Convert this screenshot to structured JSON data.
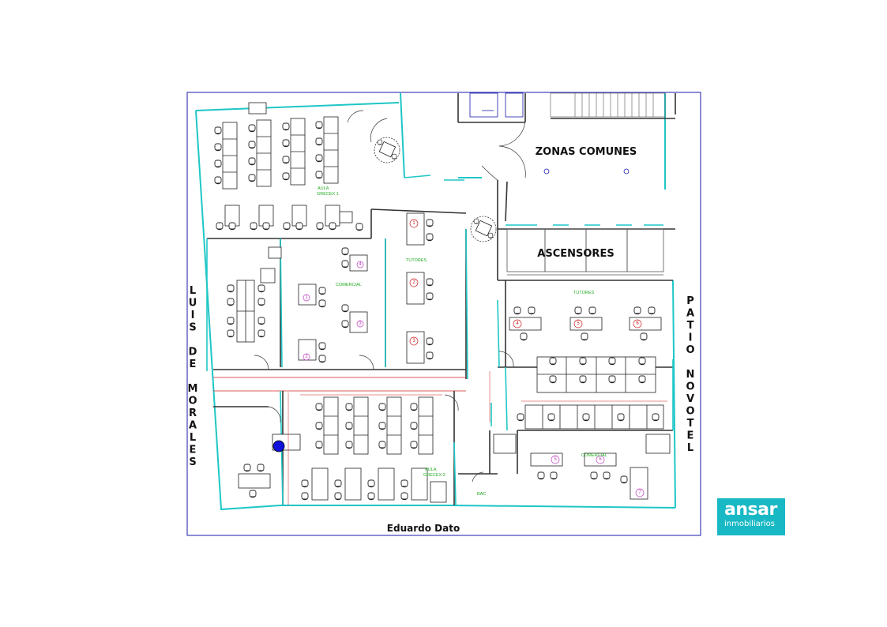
{
  "plan": {
    "zone_labels": {
      "zonas_comunes": "ZONAS COMUNES",
      "ascensores": "ASCENSORES"
    },
    "streets": {
      "bottom": "Eduardo Dato",
      "left": "LUIS DE MORALES",
      "right": "PATIO NOVOTEL"
    },
    "room_labels": {
      "aula_top": "AULA",
      "aula_top_sub": "GRECEX 1",
      "aula_bottom": "AULA",
      "aula_bottom_sub": "GRECEX 2",
      "tutores_center": "TUTORES",
      "tutores_right": "TUTORES",
      "comercial_left": "COMERCIAL",
      "comercial_right": "COMERCIAL",
      "bac": "BAC"
    },
    "tutor_numbers": [
      "1",
      "2",
      "3",
      "4",
      "5",
      "6"
    ],
    "comercial_numbers": [
      "4",
      "1",
      "3",
      "2"
    ],
    "comercial_right_numbers": [
      "5",
      "6",
      "7"
    ],
    "colors": {
      "wall_outline": "#1a1aaa",
      "glass": "#1fc6c6",
      "furniture": "#222222",
      "label_green": "#22aa22",
      "red_marks": "#d02020",
      "magenta_marks": "#c040c0",
      "blue_dot": "#1010dd"
    }
  },
  "logo": {
    "name": "ansar",
    "tagline": "inmobiliarios",
    "bg_color": "#18b8c4"
  }
}
